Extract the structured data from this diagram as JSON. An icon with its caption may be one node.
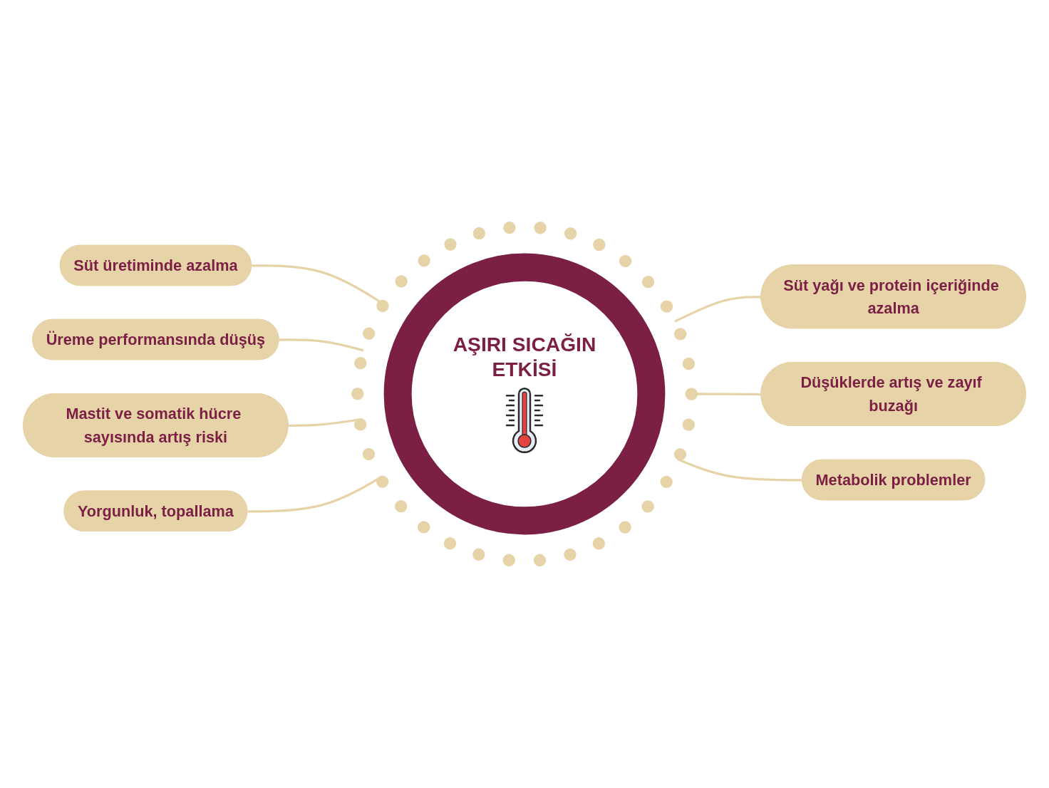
{
  "diagram": {
    "nodes": [
      {
        "text": [
          "Süt üretiminde azalma"
        ]
      },
      {
        "text": [
          "Üreme performansında düşüş"
        ]
      },
      {
        "text": [
          "Süt yağı ve protein içeriğinde azalma"
        ]
      },
      {
        "text": [
          "AŞIRI SICAĞIN ETKİSİ"
        ]
      },
      {
        "text": [
          "Düşüklerde artış ve zayıf buzağı"
        ]
      },
      {
        "text": [
          "Mastit ve somatik hücre sayısında artış riski"
        ]
      },
      {
        "text": [
          "Metabolik problemler"
        ]
      },
      {
        "text": [
          "Yorgunluk, topallama"
        ]
      }
    ],
    "edges": [
      {
        "from": 0,
        "to": 3,
        "arrow": "none"
      },
      {
        "from": 1,
        "to": 3,
        "arrow": "none"
      },
      {
        "from": 3,
        "to": 2,
        "arrow": "none"
      },
      {
        "from": 3,
        "to": 4,
        "arrow": "none"
      },
      {
        "from": 5,
        "to": 3,
        "arrow": "none"
      },
      {
        "from": 3,
        "to": 6,
        "arrow": "none"
      },
      {
        "from": 7,
        "to": 3,
        "arrow": "none"
      }
    ]
  }
}
